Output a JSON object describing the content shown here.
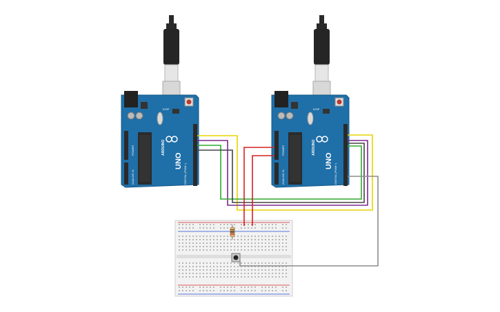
{
  "boards": [
    {
      "id": "left",
      "uno_label": "UNO",
      "brand": "ARDUINO",
      "digital_label": "DIGITAL (PWM~)",
      "analog_label": "ANALOG IN",
      "power_label": "POWER",
      "icsp_label": "ICSP"
    },
    {
      "id": "right",
      "uno_label": "UNO",
      "brand": "ARDUINO",
      "digital_label": "DIGITAL (PWM~)",
      "analog_label": "ANALOG IN",
      "power_label": "POWER",
      "icsp_label": "ICSP"
    }
  ],
  "wires": [
    {
      "name": "wire-yellow",
      "color": "#e8d400"
    },
    {
      "name": "wire-purple",
      "color": "#7a2a8c"
    },
    {
      "name": "wire-green",
      "color": "#2fa82f"
    },
    {
      "name": "wire-red-1",
      "color": "#d42020"
    },
    {
      "name": "wire-red-2",
      "color": "#d42020"
    },
    {
      "name": "wire-gray",
      "color": "#8c8c8c"
    }
  ],
  "colors": {
    "board": "#1f6fa8",
    "board_dark": "#155a8c",
    "header": "#2a2a2a",
    "usb_metal": "#c8c8c8",
    "cable": "#2a2a2a",
    "breadboard": "#f2f2f2",
    "rail_red": "#e05555",
    "rail_blue": "#5577dd"
  },
  "components": {
    "resistor": "resistor-icon",
    "pushbutton": "pushbutton-icon",
    "usb_cable": "usb-cable-icon"
  }
}
